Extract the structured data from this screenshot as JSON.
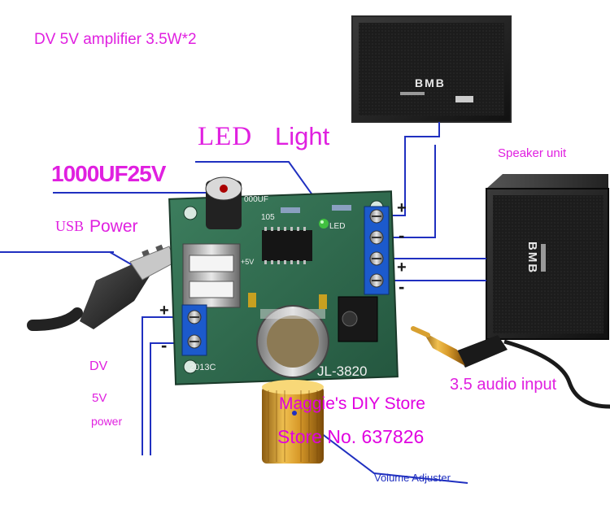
{
  "labels": {
    "title": "DV 5V amplifier  3.5W*2",
    "led": "LED",
    "light": "Light",
    "capacitor": "1000UF25V",
    "usb": "USB",
    "power": "Power",
    "speaker_unit": "Speaker unit",
    "dv": "DV",
    "five_v": "5V",
    "power_lower": "power",
    "audio_input": "3.5 audio input",
    "store_name": "Maggie's DIY Store",
    "store_no": "Store No. 637826",
    "volume_adjuster": "Volume Adjuster"
  },
  "board": {
    "model": "JL-3820",
    "year": "2013C",
    "silk_led": "LED",
    "silk_cap": "000UF",
    "silk_105": "105",
    "silk_5v": "+5V"
  },
  "speakers": {
    "brand": "BMB"
  },
  "polarity": {
    "plus": "+",
    "minus": "-"
  },
  "colors": {
    "annotation": "#e020e0",
    "wire": "#2030c0",
    "pcb": "#2e6b4e",
    "speaker": "#1e1e1e",
    "knob": "#c8961e"
  }
}
